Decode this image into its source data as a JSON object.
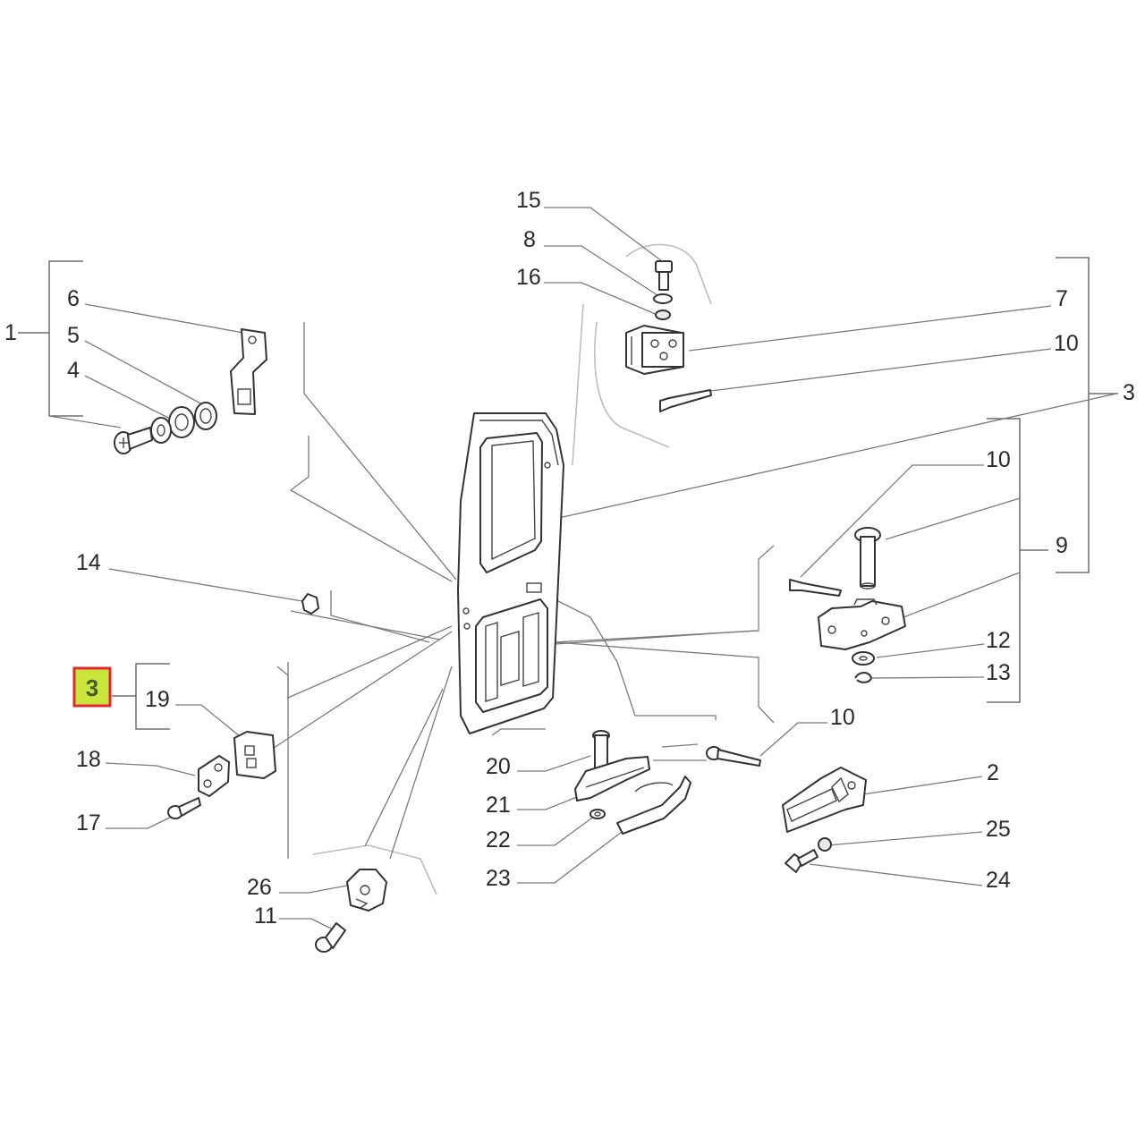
{
  "highlight": {
    "label": "3",
    "fill": "#c8e63c",
    "border": "#e3262b"
  },
  "callouts": {
    "c1": "1",
    "c2": "2",
    "c3": "3",
    "c4": "4",
    "c5": "5",
    "c6": "6",
    "c7": "7",
    "c8": "8",
    "c9": "9",
    "c10a": "10",
    "c10b": "10",
    "c10c": "10",
    "c11": "11",
    "c12": "12",
    "c13": "13",
    "c14": "14",
    "c15": "15",
    "c16": "16",
    "c17": "17",
    "c18": "18",
    "c19": "19",
    "c20": "20",
    "c21": "21",
    "c22": "22",
    "c23": "23",
    "c24": "24",
    "c25": "25",
    "c26": "26"
  }
}
